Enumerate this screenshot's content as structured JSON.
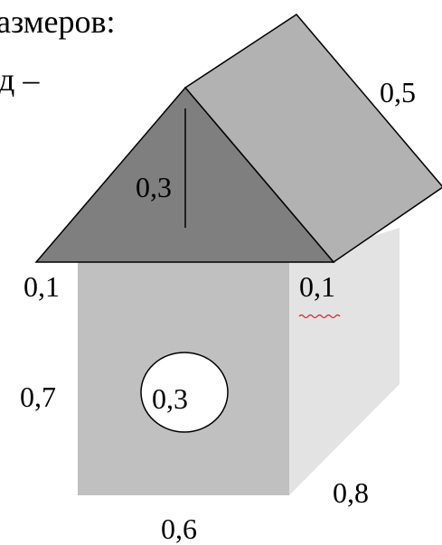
{
  "header": {
    "line1": "азмеров:",
    "line2": "д –"
  },
  "labels": {
    "roof_slope": "0,5",
    "roof_height": "0,3",
    "overhang_left": "0,1",
    "overhang_right": "0,1",
    "wall_height": "0,7",
    "hole_diameter": "0,3",
    "side_depth": "0,8",
    "front_width": "0,6"
  },
  "colors": {
    "front_wall": "#c0c0c0",
    "side_wall": "#e3e3e3",
    "roof_slope": "#b2b2b2",
    "roof_gable": "#7f7f7f",
    "hole": "#ffffff",
    "outline": "#000000",
    "spellcheck_underline": "#e02020"
  }
}
